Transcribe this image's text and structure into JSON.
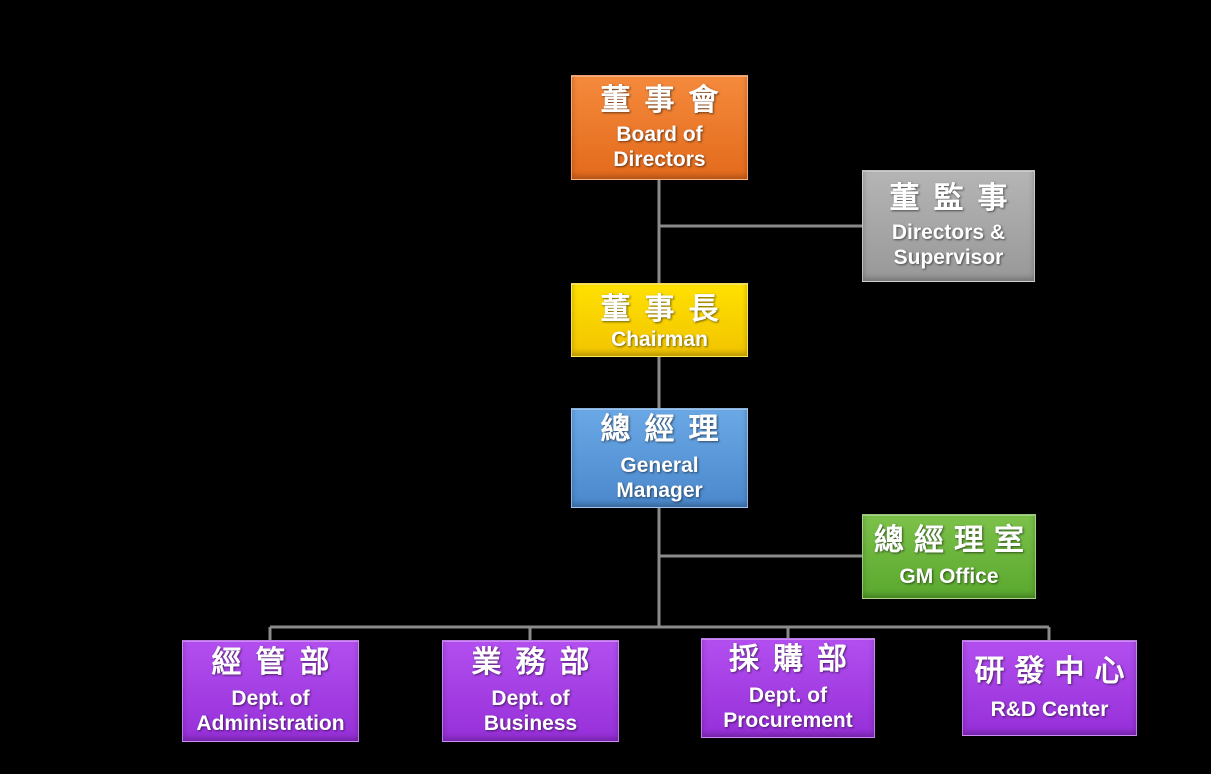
{
  "nodes": {
    "board": {
      "zh": "董事會",
      "en_line1": "Board of",
      "en_line2": "Directors"
    },
    "directors_supervisor": {
      "zh": "董監事",
      "en_line1": "Directors &",
      "en_line2": "Supervisor"
    },
    "chairman": {
      "zh": "董事長",
      "en_line1": "Chairman"
    },
    "general_manager": {
      "zh": "總經理",
      "en_line1": "General",
      "en_line2": "Manager"
    },
    "gm_office": {
      "zh": "總經理室",
      "en_line1": "GM Office"
    },
    "dept_admin": {
      "zh": "經管部",
      "en_line1": "Dept. of",
      "en_line2": "Administration"
    },
    "dept_business": {
      "zh": "業務部",
      "en_line1": "Dept. of",
      "en_line2": "Business"
    },
    "dept_procurement": {
      "zh": "採購部",
      "en_line1": "Dept. of",
      "en_line2": "Procurement"
    },
    "rd_center": {
      "zh": "研發中心",
      "en_line1": "R&D Center"
    }
  },
  "colors": {
    "board": "#f07a2c",
    "directors_supervisor": "#a6a6a6",
    "chairman": "#f8d200",
    "general_manager": "#5a98da",
    "gm_office": "#6ab43c",
    "departments": "#a63fe4",
    "connector": "#8a8a8a",
    "background": "#000000"
  }
}
